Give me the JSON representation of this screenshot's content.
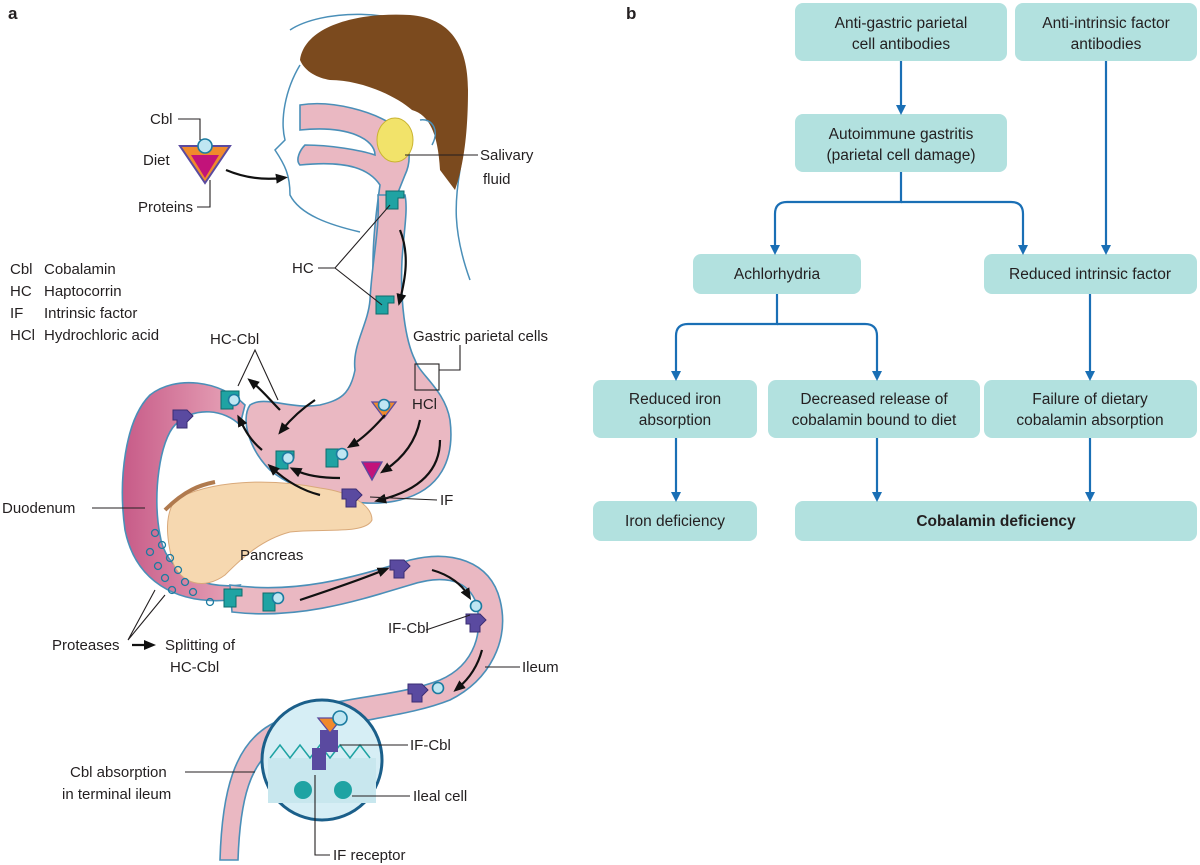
{
  "panel_a": {
    "letter": "a",
    "labels": {
      "cbl": "Cbl",
      "diet": "Diet",
      "proteins": "Proteins",
      "salivary_1": "Salivary",
      "salivary_2": "fluid",
      "hc": "HC",
      "hc_cbl": "HC-Cbl",
      "gastric_parietal": "Gastric parietal cells",
      "hcl": "HCl",
      "if": "IF",
      "duodenum": "Duodenum",
      "pancreas": "Pancreas",
      "proteases": "Proteases",
      "splitting_1": "Splitting of",
      "splitting_2": "HC-Cbl",
      "if_cbl": "IF-Cbl",
      "ileum": "Ileum",
      "if_cbl_2": "IF-Cbl",
      "ileal_cell": "Ileal cell",
      "if_receptor": "IF receptor",
      "cbl_abs_1": "Cbl absorption",
      "cbl_abs_2": "in terminal ileum"
    },
    "legend": [
      {
        "abbr": "Cbl",
        "term": "Cobalamin"
      },
      {
        "abbr": "HC",
        "term": "Haptocorrin"
      },
      {
        "abbr": "IF",
        "term": "Intrinsic factor"
      },
      {
        "abbr": "HCl",
        "term": "Hydrochloric acid"
      }
    ],
    "colors": {
      "gut_fill": "#eab8c2",
      "gut_outline": "#4a8fb8",
      "duodenum_dark": "#c75b88",
      "hair": "#7b4a1e",
      "salivary_gland": "#f2e36a",
      "pancreas": "#f6d8b0",
      "haptocorrin": "#1fa3a3",
      "intrinsic_factor": "#5a4aa0",
      "cobalamin": "#bfe6f2",
      "diet_protein": "#c2137a",
      "diet_carrier": "#f08a2c"
    }
  },
  "panel_b": {
    "letter": "b",
    "boxes": {
      "anti_gastric_1": "Anti-gastric parietal",
      "anti_gastric_2": "cell antibodies",
      "anti_if_1": "Anti-intrinsic factor",
      "anti_if_2": "antibodies",
      "autoimmune_1": "Autoimmune gastritis",
      "autoimmune_2": "(parietal cell damage)",
      "achlorhydria": "Achlorhydria",
      "reduced_if": "Reduced intrinsic factor",
      "reduced_iron_1": "Reduced iron",
      "reduced_iron_2": "absorption",
      "decreased_release_1": "Decreased release of",
      "decreased_release_2": "cobalamin bound to diet",
      "failure_1": "Failure of dietary",
      "failure_2": "cobalamin absorption",
      "iron_def": "Iron deficiency",
      "cbl_def": "Cobalamin deficiency"
    },
    "colors": {
      "box_fill": "#b2e1df",
      "arrow": "#1a6fb5"
    }
  }
}
